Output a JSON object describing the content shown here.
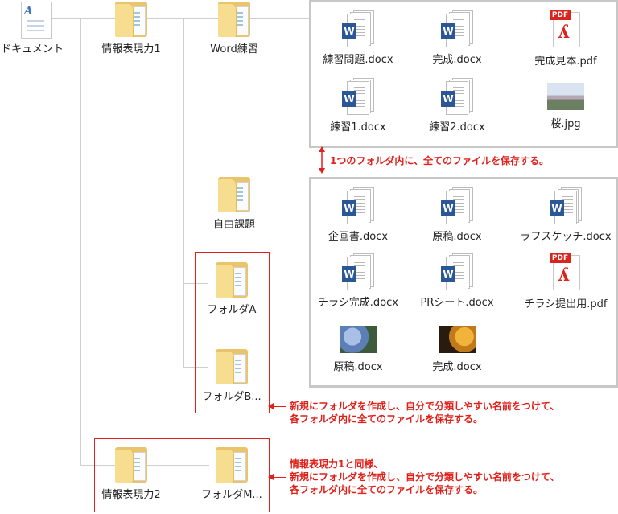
{
  "tree": {
    "documents": "ドキュメント",
    "course1": "情報表現力1",
    "word_practice": "Word練習",
    "free_topic": "自由課題",
    "folder_a": "フォルダA",
    "folder_b": "フォルダB...",
    "course2": "情報表現力2",
    "folder_m": "フォルダM..."
  },
  "word_box": {
    "files": [
      {
        "name": "練習問題.docx",
        "type": "word"
      },
      {
        "name": "完成.docx",
        "type": "word"
      },
      {
        "name": "完成見本.pdf",
        "type": "pdf"
      },
      {
        "name": "練習1.docx",
        "type": "word"
      },
      {
        "name": "練習2.docx",
        "type": "word"
      },
      {
        "name": "桜.jpg",
        "type": "image"
      }
    ]
  },
  "free_box": {
    "files": [
      {
        "name": "企画書.docx",
        "type": "word"
      },
      {
        "name": "原稿.docx",
        "type": "word"
      },
      {
        "name": "ラフスケッチ.docx",
        "type": "word"
      },
      {
        "name": "チラシ完成.docx",
        "type": "word"
      },
      {
        "name": "PRシート.docx",
        "type": "word"
      },
      {
        "name": "チラシ提出用.pdf",
        "type": "pdf"
      },
      {
        "name": "原稿.docx",
        "type": "image"
      },
      {
        "name": "完成.docx",
        "type": "image"
      }
    ]
  },
  "icons": {
    "word_badge": "W",
    "pdf_tag": "PDF"
  },
  "notes": {
    "n1": "1つのフォルダ内に、全てのファイルを保存する。",
    "n2a": "新規にフォルダを作成し、自分で分類しやすい名前をつけて、",
    "n2b": "各フォルダ内に全てのファイルを保存する。",
    "n3a": "情報表現力1と同様、",
    "n3b": "新規にフォルダを作成し、自分で分類しやすい名前をつけて、",
    "n3c": "各フォルダ内に全てのファイルを保存する。"
  },
  "colors": {
    "accent": "#e0201a",
    "folder": "#f7dd8f",
    "word": "#2b5797",
    "pdf": "#d9251d",
    "box_border": "#c7c7c7"
  }
}
